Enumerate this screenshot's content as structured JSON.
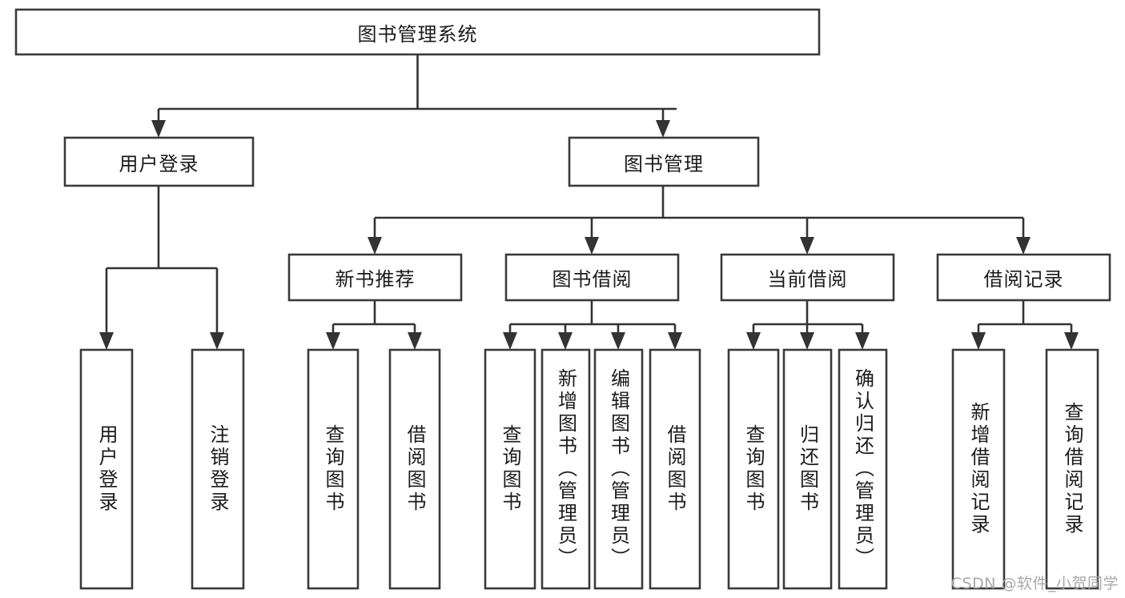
{
  "diagram": {
    "type": "tree-hierarchy",
    "title": "图书管理系统",
    "watermark": "CSDN @软件_小贺同学",
    "colors": {
      "box_stroke": "#3a3a3a",
      "box_fill": "#ffffff",
      "connector": "#333333",
      "text": "#1b1b1b",
      "background": "#ffffff",
      "watermark": "#a8a8a8"
    },
    "levels": [
      {
        "level": 1,
        "nodes": [
          {
            "id": "root",
            "label": "图书管理系统",
            "orientation": "horizontal"
          }
        ]
      },
      {
        "level": 2,
        "nodes": [
          {
            "id": "user-login",
            "label": "用户登录",
            "orientation": "horizontal",
            "parent": "root"
          },
          {
            "id": "book-manage",
            "label": "图书管理",
            "orientation": "horizontal",
            "parent": "root"
          }
        ]
      },
      {
        "level": 3,
        "nodes": [
          {
            "id": "new-book-rec",
            "label": "新书推荐",
            "orientation": "horizontal",
            "parent": "book-manage"
          },
          {
            "id": "book-borrow",
            "label": "图书借阅",
            "orientation": "horizontal",
            "parent": "book-manage"
          },
          {
            "id": "current-borrow",
            "label": "当前借阅",
            "orientation": "horizontal",
            "parent": "book-manage"
          },
          {
            "id": "borrow-record",
            "label": "借阅记录",
            "orientation": "horizontal",
            "parent": "book-manage"
          }
        ]
      },
      {
        "level": 4,
        "nodes": [
          {
            "id": "leaf-1",
            "label": "用户登录",
            "orientation": "vertical",
            "parent": "user-login"
          },
          {
            "id": "leaf-2",
            "label": "注销登录",
            "orientation": "vertical",
            "parent": "user-login"
          },
          {
            "id": "leaf-3",
            "label": "查询图书",
            "orientation": "vertical",
            "parent": "new-book-rec"
          },
          {
            "id": "leaf-4",
            "label": "借阅图书",
            "orientation": "vertical",
            "parent": "new-book-rec"
          },
          {
            "id": "leaf-5",
            "label": "查询图书",
            "orientation": "vertical",
            "parent": "book-borrow"
          },
          {
            "id": "leaf-6",
            "label": "新增图书（管理员）",
            "orientation": "vertical",
            "parent": "book-borrow"
          },
          {
            "id": "leaf-7",
            "label": "编辑图书（管理员）",
            "orientation": "vertical",
            "parent": "book-borrow"
          },
          {
            "id": "leaf-8",
            "label": "借阅图书",
            "orientation": "vertical",
            "parent": "book-borrow"
          },
          {
            "id": "leaf-9",
            "label": "查询图书",
            "orientation": "vertical",
            "parent": "current-borrow"
          },
          {
            "id": "leaf-10",
            "label": "归还图书",
            "orientation": "vertical",
            "parent": "current-borrow"
          },
          {
            "id": "leaf-11",
            "label": "确认归还（管理员）",
            "orientation": "vertical",
            "parent": "current-borrow"
          },
          {
            "id": "leaf-12",
            "label": "新增借阅记录",
            "orientation": "vertical",
            "parent": "borrow-record"
          },
          {
            "id": "leaf-13",
            "label": "查询借阅记录",
            "orientation": "vertical",
            "parent": "borrow-record"
          }
        ]
      }
    ]
  }
}
